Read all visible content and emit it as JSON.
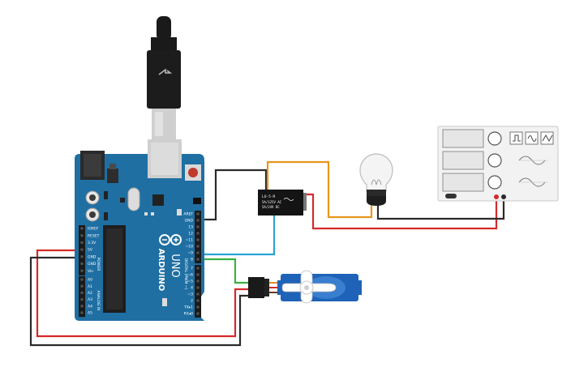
{
  "arduino": {
    "brand": "ARDUINO",
    "model": "UNO",
    "header_left_power": [
      "IOREF",
      "RESET",
      "3.3V",
      "5V",
      "GND",
      "GND",
      "Vin"
    ],
    "header_left_analog": [
      "A0",
      "A1",
      "A2",
      "A3",
      "A4",
      "A5"
    ],
    "power_label": "POWER",
    "analog_label": "ANALOG IN",
    "header_right_top": [
      "AREF",
      "GND",
      "13",
      "12",
      "~11",
      "~10",
      "~9",
      "8"
    ],
    "header_right_bottom": [
      "7",
      "~6",
      "~5",
      "4",
      "~3",
      "2",
      "TX▸1",
      "RX◂0"
    ],
    "digital_label": "DIGITAL (PWM ~)"
  },
  "relay": {
    "line1": "LU-5-R",
    "line2": "5A/125V AC",
    "line3": "5A/24V DC"
  },
  "function_generator": {
    "waveforms": [
      "square-wave-icon",
      "sine-wave-icon",
      "triangle-wave-icon"
    ]
  },
  "colors": {
    "board": "#1f6fa3",
    "wire_red": "#d42a2a",
    "wire_black": "#2a2a2a",
    "wire_orange": "#e8961e",
    "wire_blue": "#2aa3d6",
    "wire_green": "#3cb043",
    "servo": "#1e63b8"
  }
}
